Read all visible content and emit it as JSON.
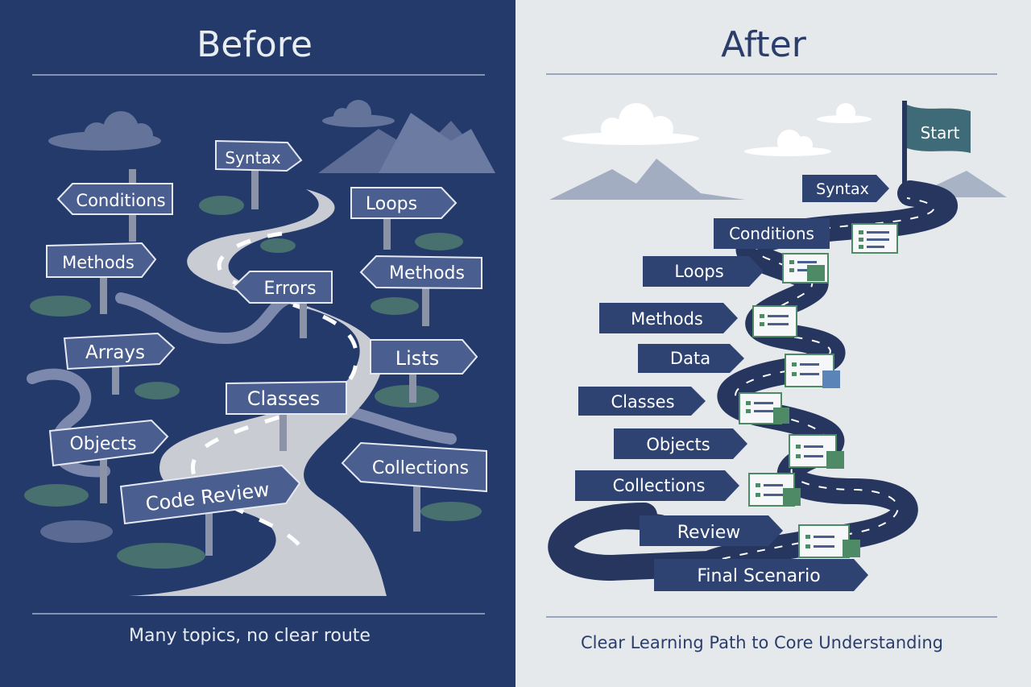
{
  "left": {
    "title": "Before",
    "caption": "Many topics, no clear route",
    "signs": [
      "Syntax",
      "Conditions",
      "Loops",
      "Methods",
      "Methods",
      "Errors",
      "Arrays",
      "Lists",
      "Classes",
      "Objects",
      "Collections",
      "Code Review"
    ]
  },
  "right": {
    "title": "After",
    "caption": "Clear Learning Path to Core Understanding",
    "flag": "Start",
    "steps": [
      "Syntax",
      "Conditions",
      "Loops",
      "Methods",
      "Data",
      "Classes",
      "Objects",
      "Collections",
      "Review",
      "Final Scenario"
    ]
  },
  "colors": {
    "left_bg": "#243a6b",
    "right_bg": "#e6e9ec",
    "sign": "#4a5f8f",
    "road_light": "#c9ccd3",
    "road_dark": "#26365f",
    "mountain": "#8e9ab3",
    "bush": "#4d7d77",
    "card_accent": "#4f8a66"
  }
}
